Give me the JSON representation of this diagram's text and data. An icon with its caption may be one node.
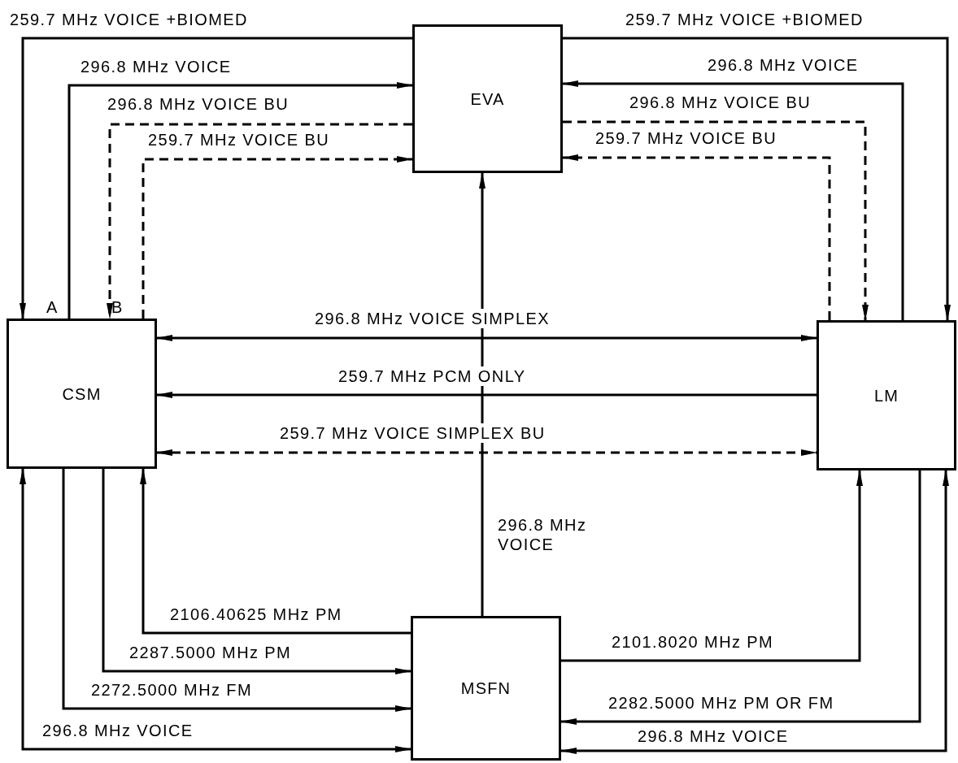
{
  "diagram": {
    "nodes": [
      {
        "text": [
          "EVA"
        ]
      },
      {
        "text": [
          "CSM"
        ]
      },
      {
        "text": [
          "LM"
        ]
      },
      {
        "text": [
          "MSFN"
        ]
      }
    ],
    "edges": [
      {
        "from": 0,
        "to": 1,
        "arrow": "to",
        "label": "259.7 MHz VOICE +BIOMED"
      },
      {
        "from": 1,
        "to": 0,
        "arrow": "to",
        "label": "296.8 MHz VOICE"
      },
      {
        "from": 0,
        "to": 1,
        "arrow": "to",
        "label": "296.8 MHz VOICE BU",
        "style": "dashed"
      },
      {
        "from": 1,
        "to": 0,
        "arrow": "to",
        "label": "259.7 MHz VOICE BU",
        "style": "dashed"
      },
      {
        "from": 0,
        "to": 2,
        "arrow": "to",
        "label": "259.7 MHz VOICE +BIOMED"
      },
      {
        "from": 2,
        "to": 0,
        "arrow": "to",
        "label": "296.8 MHz VOICE"
      },
      {
        "from": 0,
        "to": 2,
        "arrow": "to",
        "label": "296.8 MHz VOICE BU",
        "style": "dashed"
      },
      {
        "from": 2,
        "to": 0,
        "arrow": "to",
        "label": "259.7 MHz VOICE BU",
        "style": "dashed"
      },
      {
        "from": 3,
        "to": 0,
        "arrow": "to",
        "label": "296.8 MHz VOICE"
      },
      {
        "from": 1,
        "to": 2,
        "arrow": "both",
        "label": "296.8 MHz VOICE SIMPLEX"
      },
      {
        "from": 2,
        "to": 1,
        "arrow": "to",
        "label": "259.7 MHz PCM ONLY"
      },
      {
        "from": 1,
        "to": 2,
        "arrow": "both",
        "label": "259.7 MHz VOICE SIMPLEX BU",
        "style": "dashed"
      },
      {
        "from": 3,
        "to": 1,
        "arrow": "to",
        "label": "2106.40625 MHz PM"
      },
      {
        "from": 1,
        "to": 3,
        "arrow": "to",
        "label": "2287.5000 MHz PM"
      },
      {
        "from": 1,
        "to": 3,
        "arrow": "to",
        "label": "2272.5000 MHz FM"
      },
      {
        "from": 3,
        "to": 1,
        "arrow": "both",
        "label": "296.8 MHz VOICE"
      },
      {
        "from": 3,
        "to": 2,
        "arrow": "to",
        "label": "2101.8020 MHz PM"
      },
      {
        "from": 2,
        "to": 3,
        "arrow": "to",
        "label": "2282.5000 MHz PM OR FM"
      },
      {
        "from": 3,
        "to": 2,
        "arrow": "both",
        "label": "296.8 MHz VOICE"
      }
    ],
    "labels": [
      "A",
      "B"
    ]
  }
}
